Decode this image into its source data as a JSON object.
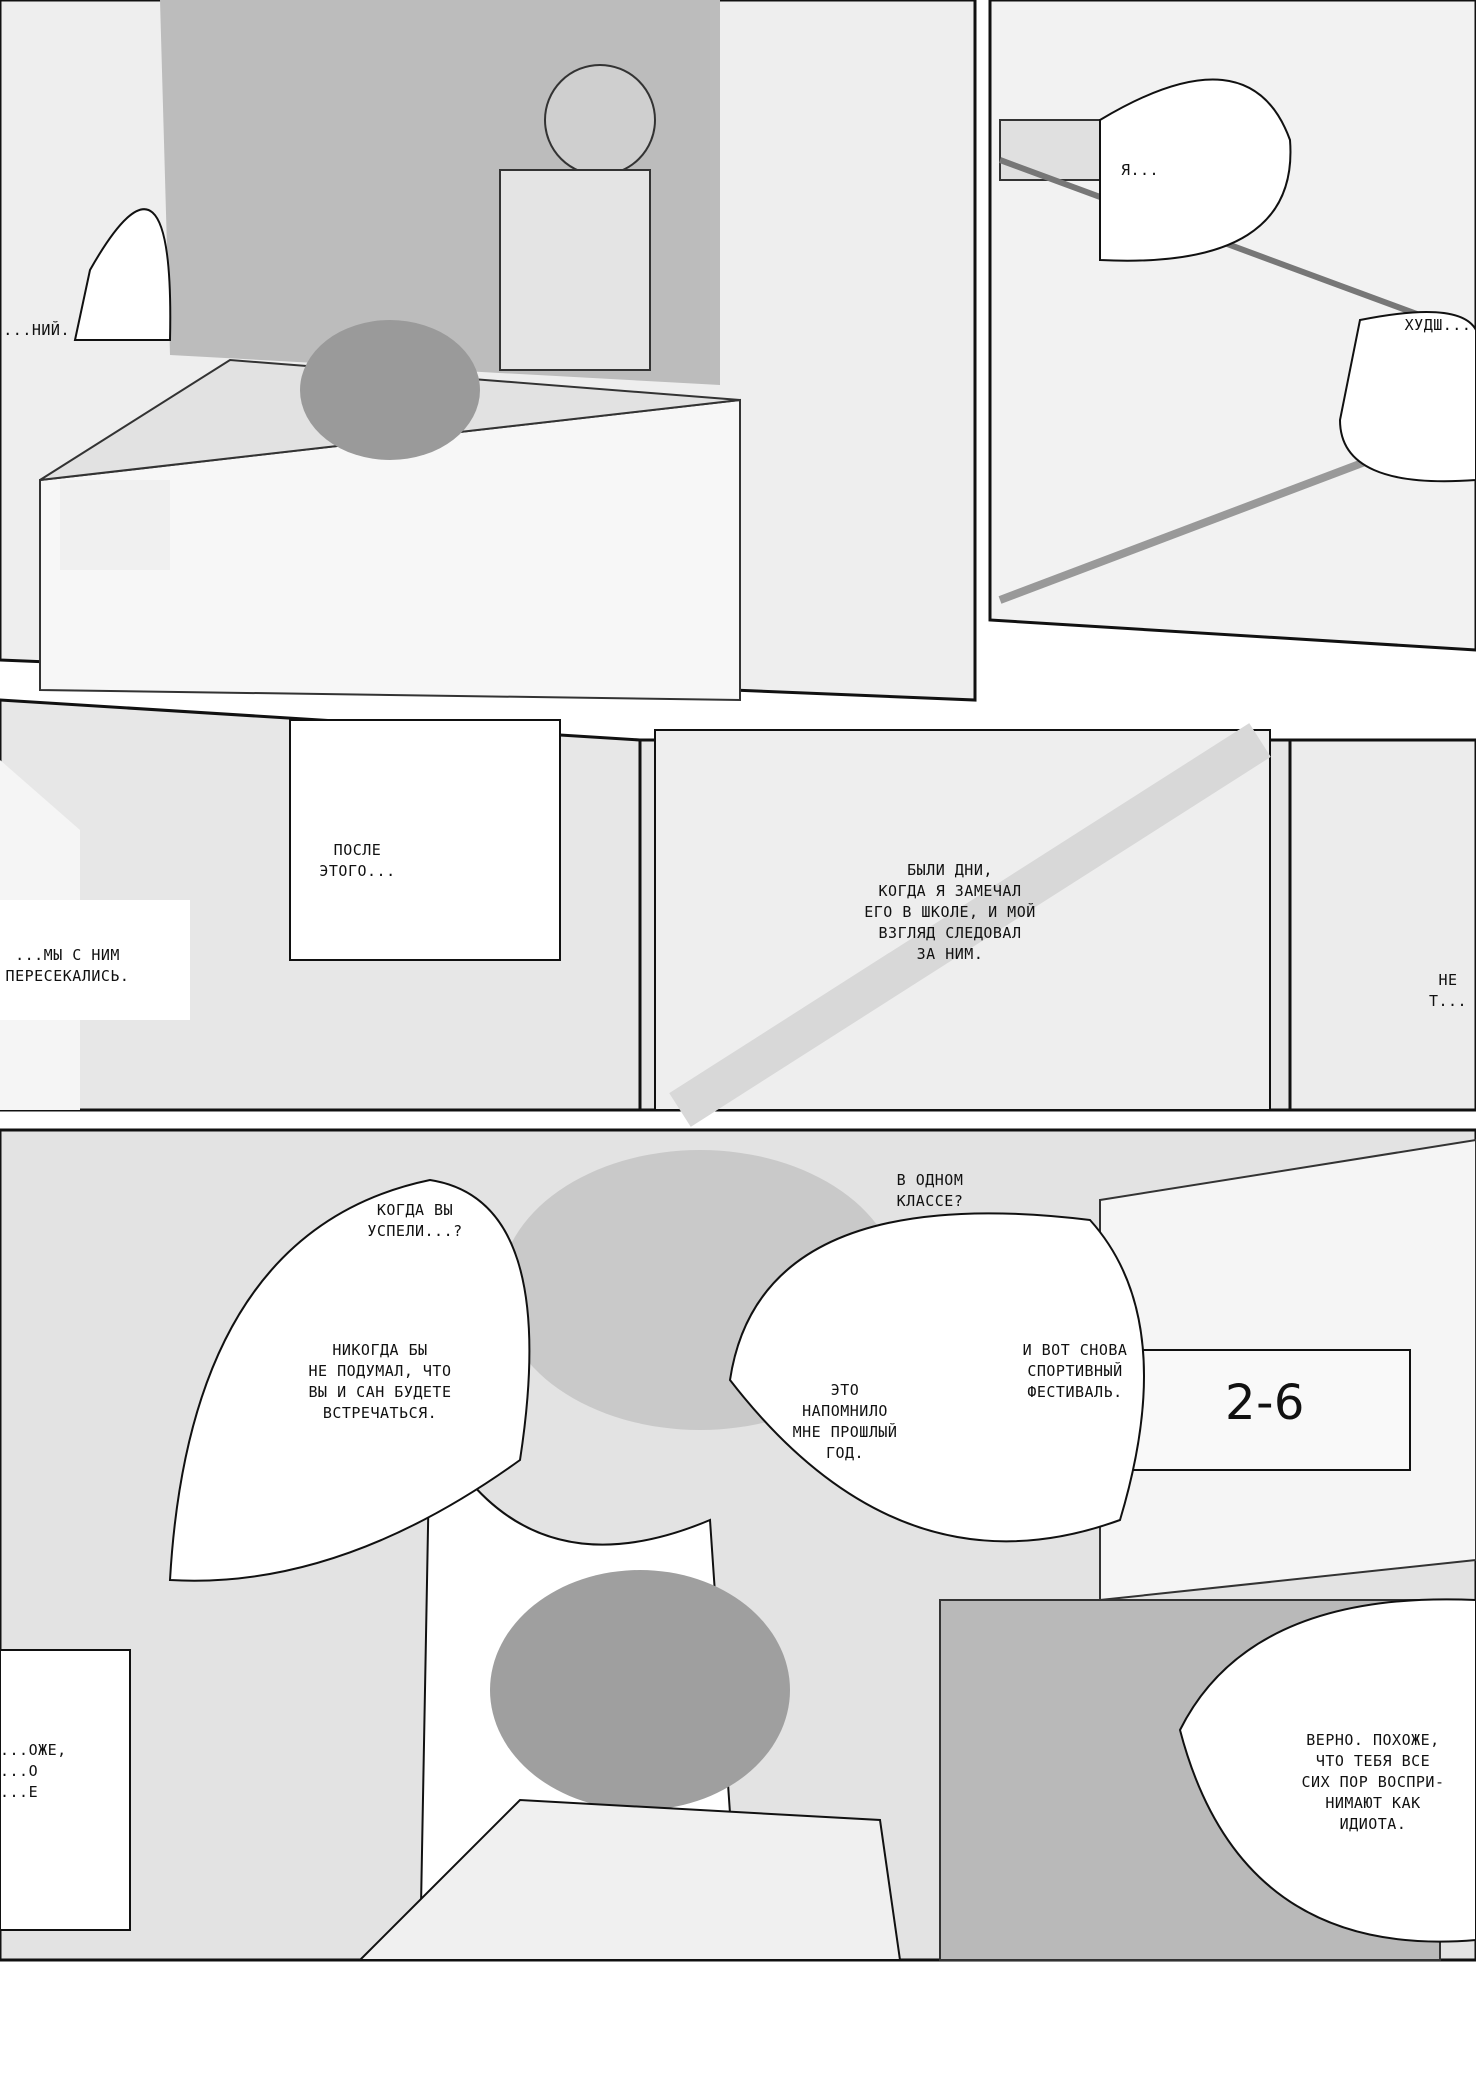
{
  "speech": {
    "b1": "...НИЙ.",
    "b2": "Я...",
    "b3": "ХУДШ...",
    "b4": "ПОСЛЕ\nЭТОГО...",
    "b5": "...МЫ С НИМ\nПЕРЕСЕКАЛИСЬ.",
    "b6": "БЫЛИ ДНИ,\nКОГДА Я ЗАМЕЧАЛ\nЕГО В ШКОЛЕ, И МОЙ\nВЗГЛЯД СЛЕДОВАЛ\nЗА НИМ.",
    "b7": "НЕ Т...",
    "b8": "В ОДНОМ\nКЛАССЕ?",
    "b9": "КОГДА ВЫ\nУСПЕЛИ...?",
    "b10": "НИКОГДА БЫ\nНЕ ПОДУМАЛ, ЧТО\nВЫ И САН БУДЕТЕ\nВСТРЕЧАТЬСЯ.",
    "b11": "ЭТО\nНАПОМНИЛО\nМНЕ ПРОШЛЫЙ\nГОД.",
    "b12": "И ВОТ СНОВА\nСПОРТИВНЫЙ\nФЕСТИВАЛЬ.",
    "b13": "ВЕРНО. ПОХОЖЕ,\nЧТО ТЕБЯ ВСЕ\nСИХ ПОР ВОСПРИ-\nНИМАЮТ КАК\nИДИОТА.",
    "b14": "...ОЖЕ,\n...О\n...Е"
  },
  "sign": {
    "class_label": "2-6"
  }
}
